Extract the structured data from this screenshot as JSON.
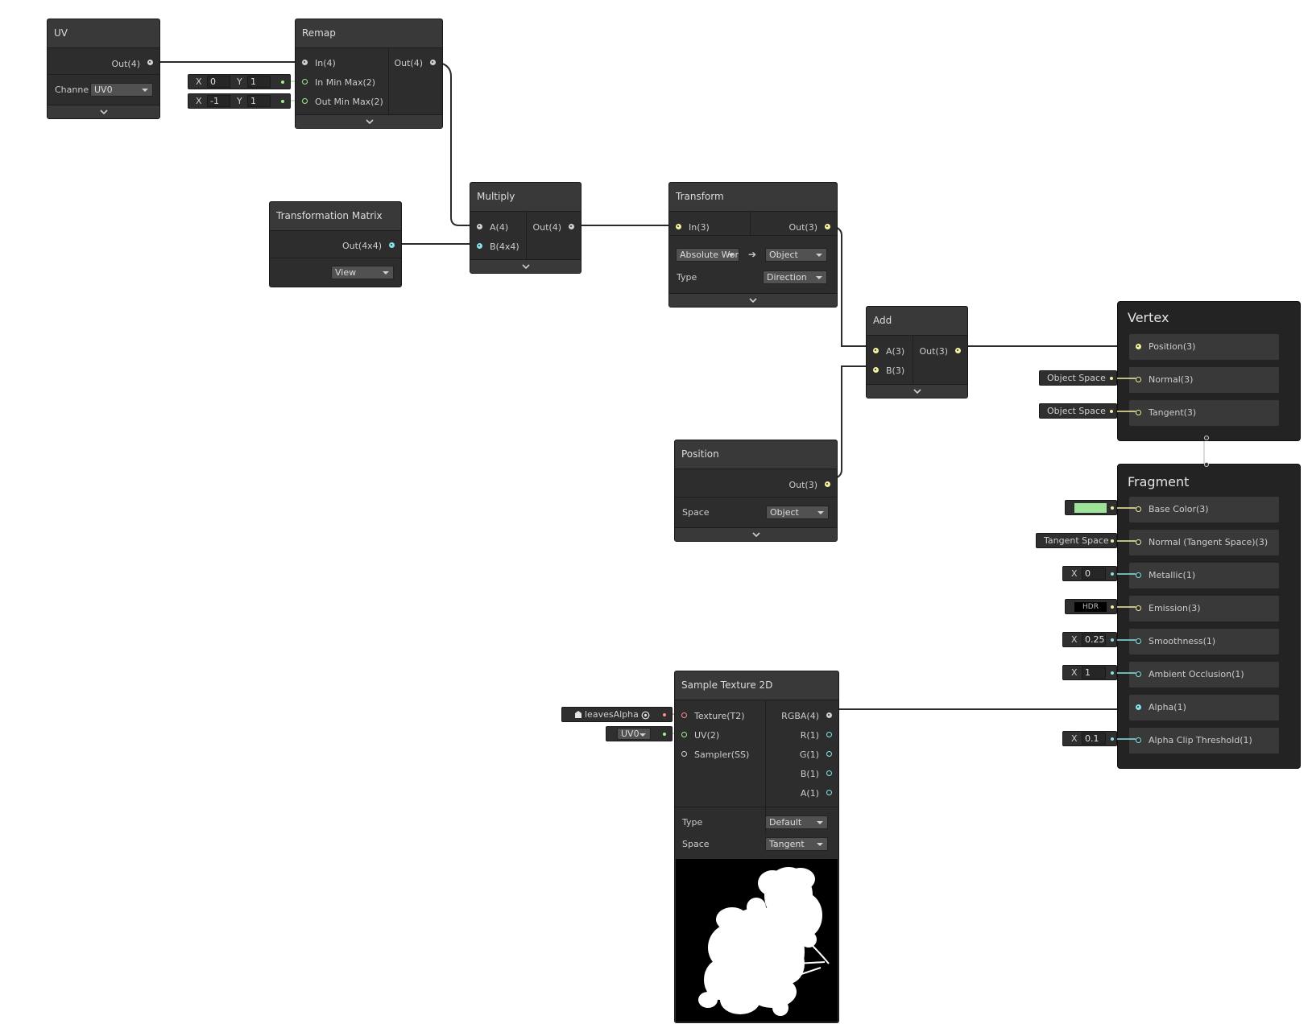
{
  "nodes": {
    "uv": {
      "title": "UV",
      "out": "Out(4)",
      "channel_label": "Channe",
      "channel_value": "UV0"
    },
    "remap": {
      "title": "Remap",
      "in": "In(4)",
      "in_min_max": "In Min Max(2)",
      "out_min_max": "Out Min Max(2)",
      "out": "Out(4)",
      "in_min_max_value": {
        "x_label": "X",
        "x": "0",
        "y_label": "Y",
        "y": "1"
      },
      "out_min_max_value": {
        "x_label": "X",
        "x": "-1",
        "y_label": "Y",
        "y": "1"
      }
    },
    "transformation_matrix": {
      "title": "Transformation Matrix",
      "out": "Out(4x4)",
      "type_value": "View"
    },
    "multiply": {
      "title": "Multiply",
      "a": "A(4)",
      "b": "B(4x4)",
      "out": "Out(4)"
    },
    "transform": {
      "title": "Transform",
      "in": "In(3)",
      "out": "Out(3)",
      "from_value": "Absolute World",
      "arrow": "➔",
      "to_value": "Object",
      "type_label": "Type",
      "type_value": "Direction"
    },
    "add": {
      "title": "Add",
      "a": "A(3)",
      "b": "B(3)",
      "out": "Out(3)"
    },
    "position": {
      "title": "Position",
      "out": "Out(3)",
      "space_label": "Space",
      "space_value": "Object"
    },
    "sample_texture": {
      "title": "Sample Texture 2D",
      "texture": "Texture(T2)",
      "uv": "UV(2)",
      "sampler": "Sampler(SS)",
      "rgba": "RGBA(4)",
      "r": "R(1)",
      "g": "G(1)",
      "b": "B(1)",
      "a": "A(1)",
      "type_label": "Type",
      "type_value": "Default",
      "space_label": "Space",
      "space_value": "Tangent",
      "texture_input": "leavesAlpha",
      "uv_input": "UV0"
    }
  },
  "vertex": {
    "title": "Vertex",
    "slots": [
      "Position(3)",
      "Normal(3)",
      "Tangent(3)"
    ],
    "normal_input": "Object Space",
    "tangent_input": "Object Space"
  },
  "fragment": {
    "title": "Fragment",
    "slots": [
      "Base Color(3)",
      "Normal (Tangent Space)(3)",
      "Metallic(1)",
      "Emission(3)",
      "Smoothness(1)",
      "Ambient Occlusion(1)",
      "Alpha(1)",
      "Alpha Clip Threshold(1)"
    ],
    "normal_input": "Tangent Space",
    "metallic": {
      "x_label": "X",
      "value": "0"
    },
    "emission_label": "HDR",
    "smoothness": {
      "x_label": "X",
      "value": "0.25"
    },
    "ambient_occlusion": {
      "x_label": "X",
      "value": "1"
    },
    "alpha_clip": {
      "x_label": "X",
      "value": "0.1"
    },
    "base_color": "#9de39a"
  },
  "colors": {
    "wire": "#2b2b2b",
    "port_vec": "#d3d3d3",
    "port_v3": "#f3f0a0",
    "port_v2": "#9df08c",
    "port_v1": "#84e4e7",
    "port_tex": "#ff8b8b"
  }
}
